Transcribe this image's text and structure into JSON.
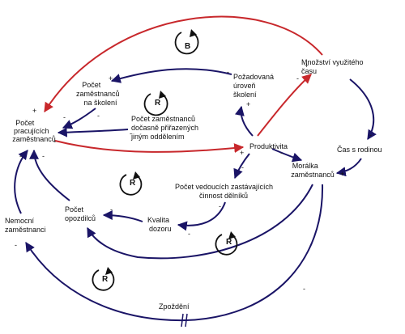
{
  "colors": {
    "navy": "#1a1466",
    "red": "#c8282c",
    "text": "#111111"
  },
  "nodes": {
    "pocet_pracujicich": [
      "Počet",
      "pracujících",
      "zaměstnanců"
    ],
    "pocet_na_skoleni": [
      "Počet",
      "zaměstnanců",
      "na školení"
    ],
    "pozadovana_uroven": [
      "Požadovaná",
      "úroveň",
      "školení"
    ],
    "mnozstvi_casu": [
      "Množství využitého",
      "času"
    ],
    "docasne_prirazenych": [
      "Počet zaměstnanců",
      "dočasně přiřazených",
      "jiným oddělením"
    ],
    "produktivita": [
      "Produktivita"
    ],
    "cas_s_rodinou": [
      "Čas s rodinou"
    ],
    "moralka": [
      "Morálka",
      "zaměstnanců"
    ],
    "pocet_vedoucich": [
      "Počet vedoucích zastávajících",
      "činnost dělníků"
    ],
    "kvalita_dozoru": [
      "Kvalita",
      "dozoru"
    ],
    "pocet_opozdilcu": [
      "Počet",
      "opozdilců"
    ],
    "nemocni": [
      "Nemocní",
      "zaměstnanci"
    ]
  },
  "loops": {
    "b1": "B",
    "r1": "R",
    "r2": "R",
    "r3": "R",
    "r4": "R"
  },
  "signs": {
    "plus": "+",
    "minus": "-"
  },
  "delay_label": "Zpoždění"
}
